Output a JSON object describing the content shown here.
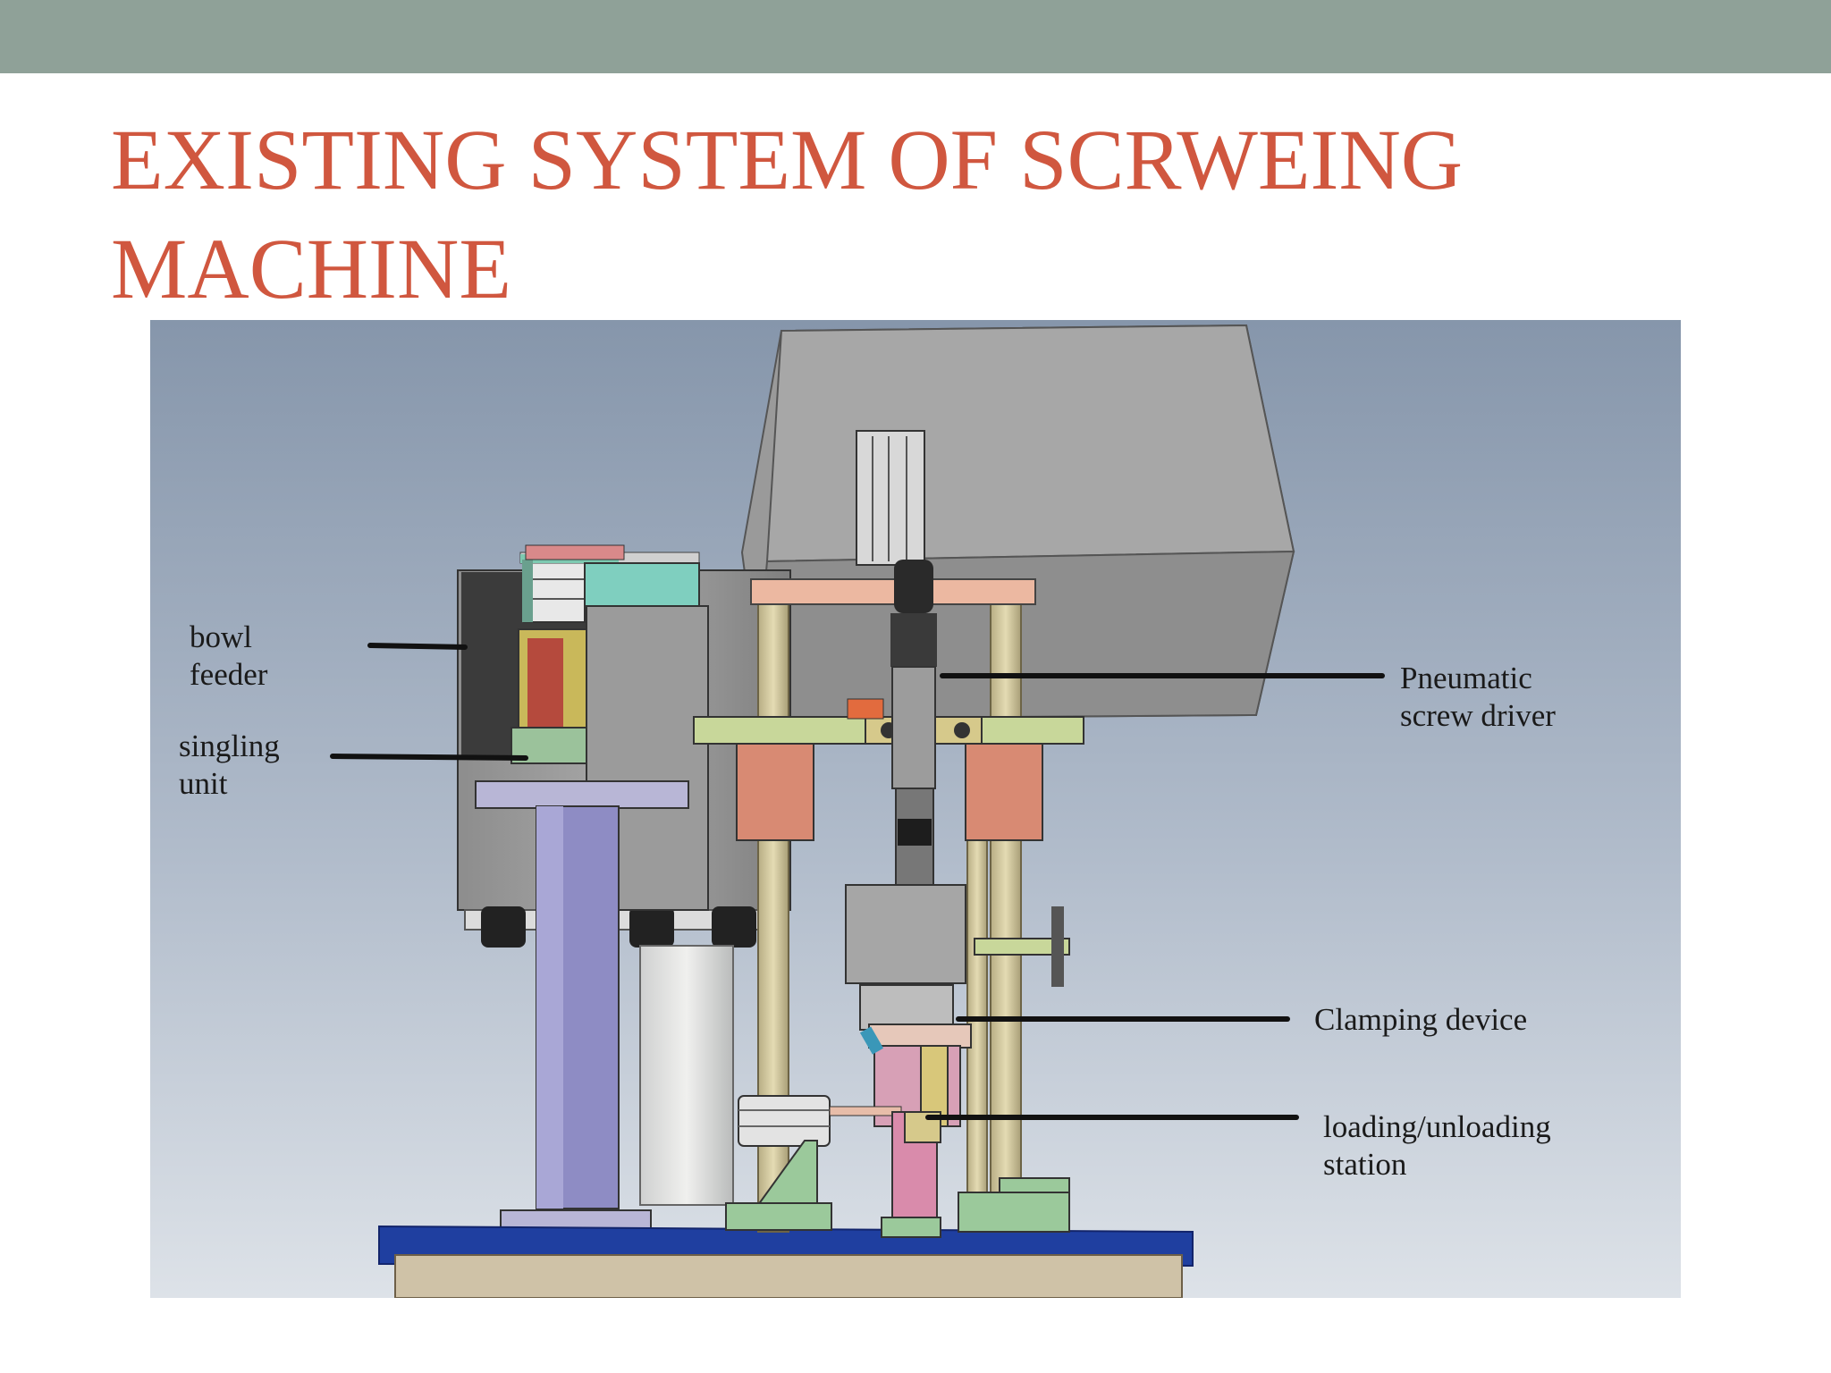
{
  "slide": {
    "title_line1": "EXISTING SYSTEM OF SCRWEING",
    "title_line2": "MACHINE"
  },
  "figure": {
    "labels": {
      "bowl_feeder": [
        "bowl",
        "feeder"
      ],
      "singling_unit": [
        "singling",
        "unit"
      ],
      "pneumatic_screw_driver": [
        "Pneumatic",
        "screw driver"
      ],
      "clamping_device": [
        "Clamping device"
      ],
      "loading_unloading_station": [
        "loading/unloading",
        "station"
      ]
    }
  },
  "colors": {
    "accent_title": "#d0573f",
    "top_bar": "#8fa198"
  }
}
